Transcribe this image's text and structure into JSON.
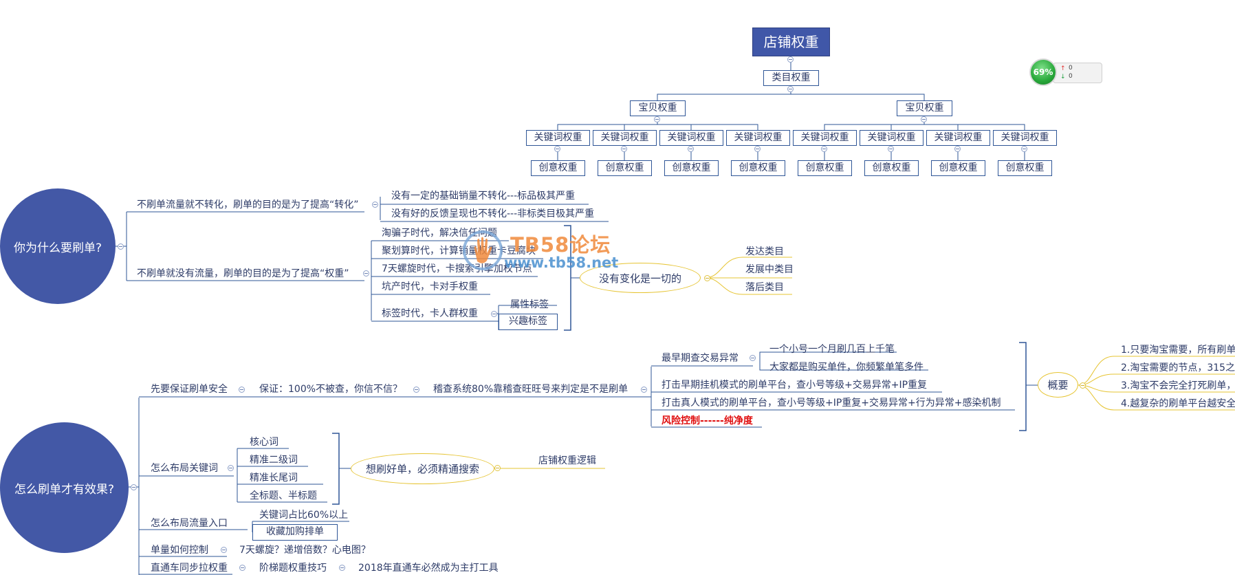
{
  "root": {
    "label": "店铺权重"
  },
  "category": {
    "label": "类目权重"
  },
  "items": [
    {
      "label": "宝贝权重"
    },
    {
      "label": "宝贝权重"
    }
  ],
  "keywords": [
    "关键词权重",
    "关键词权重",
    "关键词权重",
    "关键词权重",
    "关键词权重",
    "关键词权重",
    "关键词权重",
    "关键词权重"
  ],
  "creatives": [
    "创意权重",
    "创意权重",
    "创意权重",
    "创意权重",
    "创意权重",
    "创意权重",
    "创意权重",
    "创意权重"
  ],
  "q1": {
    "title": "你为什么要刷单?",
    "b1": {
      "label": "不刷单流量就不转化，刷单的目的是为了提高“转化”",
      "children": [
        "没有一定的基础销量不转化---标品极其严重",
        "没有好的反馈呈现也不转化---非标类目极其严重"
      ]
    },
    "b2": {
      "label": "不刷单就没有流量，刷单的目的是为了提高“权重”",
      "children": [
        "淘骗子时代，解决信任问题",
        "聚划算时代，计算销量权重卡豆腐块",
        "7天螺旋时代，卡搜索引擎加权节点",
        "坑产时代，卡对手权重",
        "标签时代，卡人群权重"
      ],
      "tags": [
        "属性标签",
        "兴趣标签"
      ],
      "summary": "没有变化是一切的",
      "summary_children": [
        "发达类目",
        "发展中类目",
        "落后类目"
      ]
    }
  },
  "q2": {
    "title": "怎么刷单才有效果?",
    "safety": {
      "label": "先要保证刷单安全",
      "guarantee": "保证：100%不被查，你信不信？",
      "system": "稽查系统80%靠稽查旺旺号来判定是不是刷单",
      "children": [
        "最早期查交易异常",
        "打击早期挂机模式的刷单平台，查小号等级+交易异常+IP重复",
        "打击真人模式的刷单平台，查小号等级+IP重复+交易异常+行为异常+感染机制"
      ],
      "risk": "风险控制------纯净度",
      "early_children": [
        "一个小号一个月刷几百上千笔",
        "大家都是购买单件，你频繁单笔多件"
      ],
      "overview": "概要",
      "overview_items": [
        "1.只要淘宝需要，所有刷单",
        "2.淘宝需要的节点，315之",
        "3.淘宝不会完全打死刷单，",
        "4.越复杂的刷单平台越安全"
      ]
    },
    "keywords": {
      "label": "怎么布局关键词",
      "children": [
        "核心词",
        "精准二级词",
        "精准长尾词",
        "全标题、半标题"
      ],
      "summary": "想刷好单，必须精通搜索",
      "summary_child": "店铺权重逻辑"
    },
    "traffic": {
      "label": "怎么布局流量入口",
      "children": [
        "关键词占比60%以上",
        "收藏加购排单"
      ]
    },
    "volume": {
      "label": "单量如何控制",
      "child": "7天螺旋？递增倍数？心电图？"
    },
    "ztc": {
      "label": "直通车同步拉权重",
      "child": "阶梯题权重技巧",
      "grandchild": "2018年直通车必然成为主打工具"
    }
  },
  "watermark": {
    "name": "TB58论坛",
    "url": "www.tb58.net"
  },
  "widget": {
    "percent": "69%",
    "up": "0",
    "down": "0"
  },
  "colors": {
    "navy": "#4358a6",
    "line": "#2e5596",
    "yellow": "#e6c432",
    "red": "#e01010"
  }
}
